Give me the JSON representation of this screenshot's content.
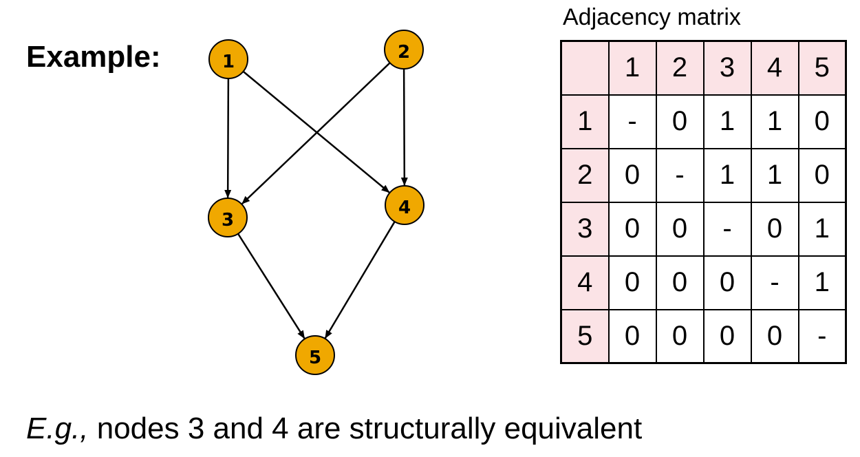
{
  "example_label": "Example:",
  "graph": {
    "nodes": [
      "1",
      "2",
      "3",
      "4",
      "5"
    ],
    "edges": [
      [
        "1",
        "3"
      ],
      [
        "1",
        "4"
      ],
      [
        "2",
        "3"
      ],
      [
        "2",
        "4"
      ],
      [
        "3",
        "5"
      ],
      [
        "4",
        "5"
      ]
    ],
    "node_color": "#f0a800",
    "node_stroke": "#000000"
  },
  "matrix": {
    "title": "Adjacency matrix",
    "header_color": "#fbe3e6",
    "col_headers": [
      "1",
      "2",
      "3",
      "4",
      "5"
    ],
    "rows": [
      {
        "label": "1",
        "cells": [
          "-",
          "0",
          "1",
          "1",
          "0"
        ]
      },
      {
        "label": "2",
        "cells": [
          "0",
          "-",
          "1",
          "1",
          "0"
        ]
      },
      {
        "label": "3",
        "cells": [
          "0",
          "0",
          "-",
          "0",
          "1"
        ]
      },
      {
        "label": "4",
        "cells": [
          "0",
          "0",
          "0",
          "-",
          "1"
        ]
      },
      {
        "label": "5",
        "cells": [
          "0",
          "0",
          "0",
          "0",
          "-"
        ]
      }
    ]
  },
  "caption": {
    "prefix": "E.g.,",
    "text": " nodes 3 and 4 are structurally equivalent"
  }
}
